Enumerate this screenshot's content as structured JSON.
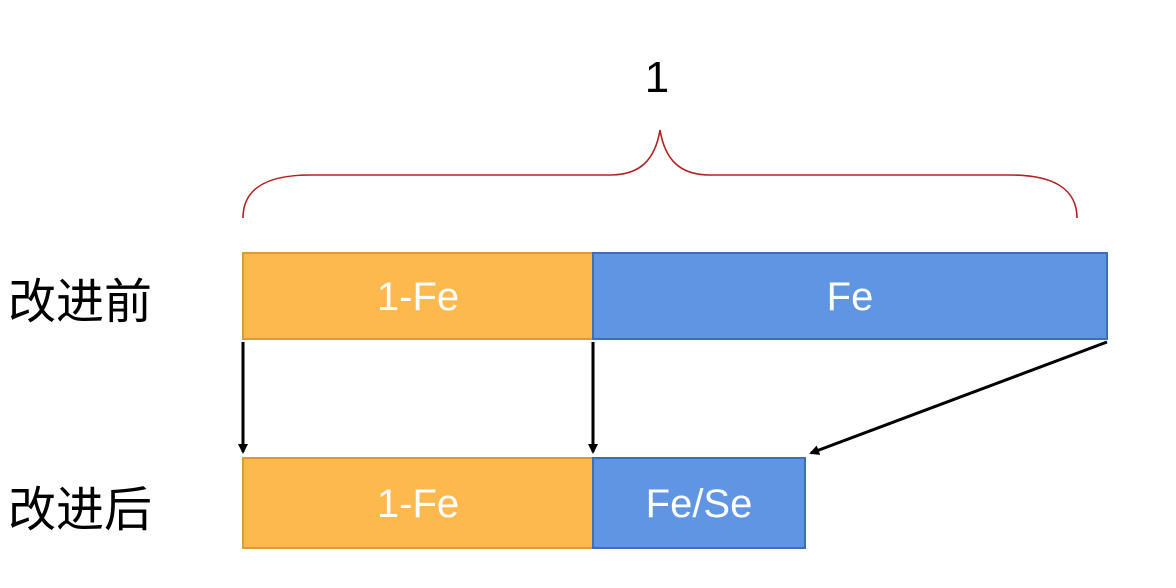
{
  "brace_label": "1",
  "rows": {
    "before": {
      "label": "改进前",
      "left_segment": "1-Fe",
      "right_segment": "Fe"
    },
    "after": {
      "label": "改进后",
      "left_segment": "1-Fe",
      "right_segment": "Fe/Se"
    }
  },
  "colors": {
    "orange": "#FDB94E",
    "orange_border": "#D89A3A",
    "blue": "#5F95E3",
    "blue_border": "#3F6FB0",
    "brace": "#B22222",
    "arrow": "#000000"
  }
}
